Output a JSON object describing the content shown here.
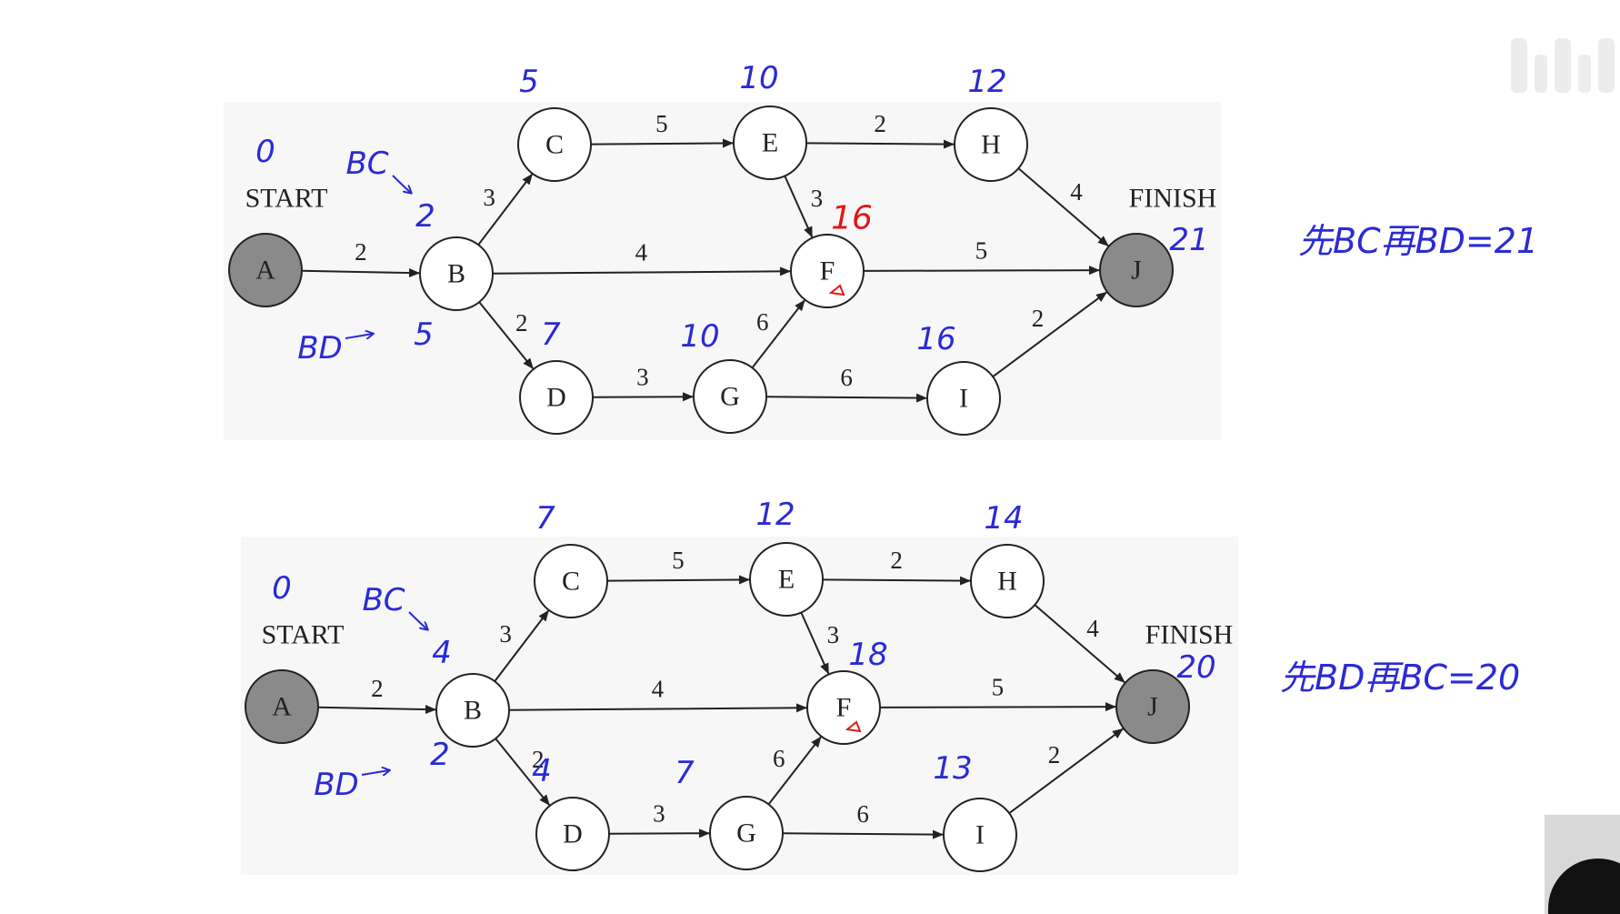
{
  "diagrams": [
    {
      "id": "top",
      "start_label": "START",
      "finish_label": "FINISH",
      "nodes": [
        {
          "id": "A",
          "label": "A",
          "terminal": true
        },
        {
          "id": "B",
          "label": "B"
        },
        {
          "id": "C",
          "label": "C"
        },
        {
          "id": "D",
          "label": "D"
        },
        {
          "id": "E",
          "label": "E"
        },
        {
          "id": "F",
          "label": "F"
        },
        {
          "id": "G",
          "label": "G"
        },
        {
          "id": "H",
          "label": "H"
        },
        {
          "id": "I",
          "label": "I"
        },
        {
          "id": "J",
          "label": "J",
          "terminal": true
        }
      ],
      "edges": [
        {
          "from": "A",
          "to": "B",
          "weight": "2"
        },
        {
          "from": "B",
          "to": "C",
          "weight": "3"
        },
        {
          "from": "B",
          "to": "F",
          "weight": "4"
        },
        {
          "from": "B",
          "to": "D",
          "weight": "2"
        },
        {
          "from": "C",
          "to": "E",
          "weight": "5"
        },
        {
          "from": "E",
          "to": "H",
          "weight": "2"
        },
        {
          "from": "E",
          "to": "F",
          "weight": "3"
        },
        {
          "from": "H",
          "to": "J",
          "weight": "4"
        },
        {
          "from": "F",
          "to": "J",
          "weight": "5"
        },
        {
          "from": "D",
          "to": "G",
          "weight": "3"
        },
        {
          "from": "G",
          "to": "F",
          "weight": "6"
        },
        {
          "from": "G",
          "to": "I",
          "weight": "6"
        },
        {
          "from": "I",
          "to": "J",
          "weight": "2"
        }
      ],
      "handwritten": {
        "A": "0",
        "B_top": "2",
        "B_bottom": "5",
        "C": "5",
        "D": "7",
        "E": "10",
        "F": "16",
        "G": "10",
        "H": "12",
        "I": "16",
        "J": "21",
        "bc_tag": "BC",
        "bd_tag": "BD"
      },
      "note": "先BC再BD=21"
    },
    {
      "id": "bottom",
      "start_label": "START",
      "finish_label": "FINISH",
      "nodes": [
        {
          "id": "A",
          "label": "A",
          "terminal": true
        },
        {
          "id": "B",
          "label": "B"
        },
        {
          "id": "C",
          "label": "C"
        },
        {
          "id": "D",
          "label": "D"
        },
        {
          "id": "E",
          "label": "E"
        },
        {
          "id": "F",
          "label": "F"
        },
        {
          "id": "G",
          "label": "G"
        },
        {
          "id": "H",
          "label": "H"
        },
        {
          "id": "I",
          "label": "I"
        },
        {
          "id": "J",
          "label": "J",
          "terminal": true
        }
      ],
      "edges": [
        {
          "from": "A",
          "to": "B",
          "weight": "2"
        },
        {
          "from": "B",
          "to": "C",
          "weight": "3"
        },
        {
          "from": "B",
          "to": "F",
          "weight": "4"
        },
        {
          "from": "B",
          "to": "D",
          "weight": "2"
        },
        {
          "from": "C",
          "to": "E",
          "weight": "5"
        },
        {
          "from": "E",
          "to": "H",
          "weight": "2"
        },
        {
          "from": "E",
          "to": "F",
          "weight": "3"
        },
        {
          "from": "H",
          "to": "J",
          "weight": "4"
        },
        {
          "from": "F",
          "to": "J",
          "weight": "5"
        },
        {
          "from": "D",
          "to": "G",
          "weight": "3"
        },
        {
          "from": "G",
          "to": "F",
          "weight": "6"
        },
        {
          "from": "G",
          "to": "I",
          "weight": "6"
        },
        {
          "from": "I",
          "to": "J",
          "weight": "2"
        }
      ],
      "handwritten": {
        "A": "0",
        "B_top": "4",
        "B_bottom": "2",
        "C": "7",
        "D": "4",
        "E": "12",
        "F": "18",
        "G": "7",
        "H": "14",
        "I": "13",
        "J": "20",
        "bc_tag": "BC",
        "bd_tag": "BD"
      },
      "note": "先BD再BC=20"
    }
  ],
  "colors": {
    "ink": "#222222",
    "terminal_fill": "#8a8a8a",
    "pen_blue": "#2a2ad6",
    "pen_red": "#e01818",
    "panel": "#f7f7f7"
  },
  "icons": [
    "video-watermark-icon",
    "webcam-overlay"
  ]
}
